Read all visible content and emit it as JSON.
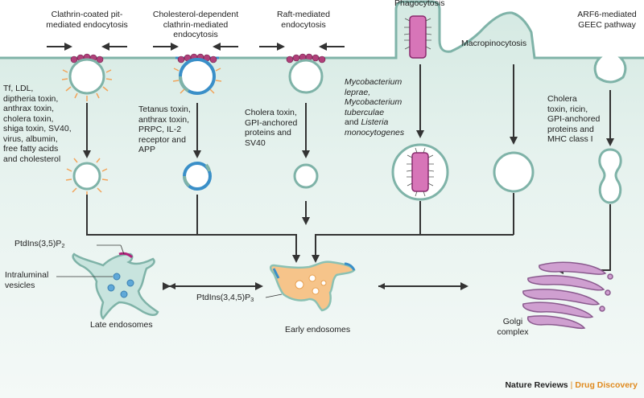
{
  "pathways": {
    "clathrin": {
      "title_l1": "Clathrin-coated pit-",
      "title_l2": "mediated endocytosis"
    },
    "cholesterol": {
      "title_l1": "Cholesterol-dependent",
      "title_l2": "clathrin-mediated",
      "title_l3": "endocytosis"
    },
    "raft": {
      "title_l1": "Raft-mediated",
      "title_l2": "endocytosis"
    },
    "phagocytosis": {
      "title": "Phagocytosis"
    },
    "macropinocytosis": {
      "title": "Macropinocytosis"
    },
    "arf6": {
      "title_l1": "ARF6-mediated",
      "title_l2": "GEEC pathway"
    }
  },
  "cargo": {
    "clathrin": [
      "Tf, LDL,",
      "diptheria toxin,",
      "anthrax toxin,",
      "cholera toxin,",
      "shiga toxin, SV40,",
      "virus, albumin,",
      "free fatty acids",
      "and cholesterol"
    ],
    "cholesterol": [
      "Tetanus toxin,",
      "anthrax toxin,",
      "PRPC, IL-2",
      "receptor and",
      "APP"
    ],
    "raft": [
      "Cholera toxin,",
      "GPI-anchored",
      "proteins and",
      "SV40"
    ],
    "phagocytosis": [
      "Mycobacterium",
      "leprae,",
      "Mycobacterium",
      "tuberculae"
    ],
    "phagocytosis_and": "and",
    "phagocytosis_listeria": "Listeria",
    "phagocytosis_last": "monocytogenes",
    "arf6": [
      "Cholera",
      "toxin, ricin,",
      "GPI-anchored",
      "proteins and",
      "MHC class I"
    ]
  },
  "compartments": {
    "pi35_base": "PtdIns(3,5)P",
    "pi35_sub": "2",
    "intraluminal_l1": "Intraluminal",
    "intraluminal_l2": "vesicles",
    "late_endosomes": "Late endosomes",
    "pi345_base": "PtdIns(3,4,5)P",
    "pi345_sub": "3",
    "early_endosomes": "Early endosomes",
    "golgi_l1": "Golgi",
    "golgi_l2": "complex"
  },
  "footer": {
    "journal": "Nature Reviews",
    "section": "Drug Discovery"
  },
  "colors": {
    "cytoplasm": "#e3f0ec",
    "membrane": "#7fb3a8",
    "clathrin_bead": "#b0407a",
    "blue_coat": "#3a8fc8",
    "orange": "#f2a45a",
    "golgi": "#a06aa6",
    "arrow": "#333333",
    "accent_magenta": "#b0207a"
  }
}
